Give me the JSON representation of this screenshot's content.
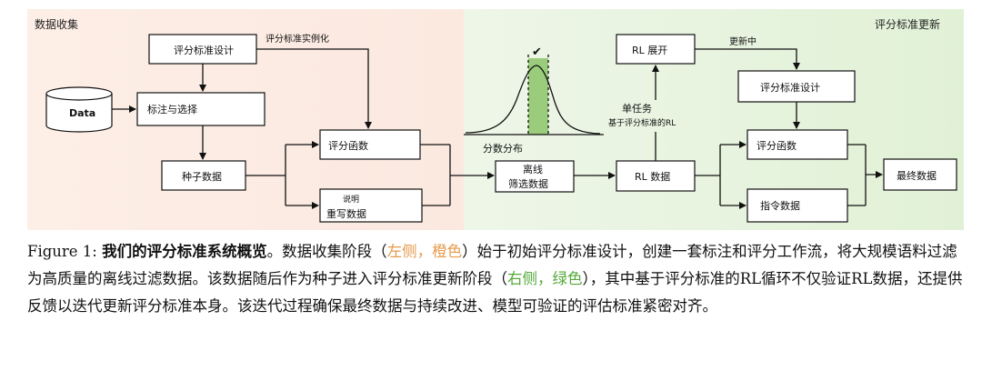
{
  "figure": {
    "left_panel_title": "数据收集",
    "right_panel_title": "评分标准更新",
    "colors": {
      "left_bg": "#fcebe3",
      "right_bg": "#e3f2da",
      "peak_fill": "#8cc46a"
    },
    "nodes": {
      "rubric_design_left": "评分标准设计",
      "data": "Data",
      "annotate_select": "标注与选择",
      "seed_data": "种子数据",
      "score_function_left": "评分函数",
      "explain_line1": "说明",
      "explain_line2": "重写数据",
      "offline_line1": "离线",
      "offline_line2": "筛选数据",
      "rl_data": "RL 数据",
      "single_task_line1": "单任务",
      "single_task_line2": "基于评分标准的RL",
      "rl_rollout": "RL 展开",
      "rubric_design_right": "评分标准设计",
      "score_function_right": "评分函数",
      "instruction_data": "指令数据",
      "final_data": "最终数据"
    },
    "edge_labels": {
      "rubric_instantiation": "评分标准实例化",
      "updating": "更新中",
      "score_distribution": "分数分布",
      "check": "✔"
    }
  },
  "caption": {
    "label": "Figure 1: ",
    "bold_title": "我们的评分标准系统概览",
    "t1": "。数据收集阶段（",
    "left_orange": "左侧，橙色",
    "t2": "）始于初始评分标准设计，创建一套标注和评分工作流，将大规模语料过滤为高质量的离线过滤数据。该数据随后作为种子进入评分标准更新阶段（",
    "right_green": "右侧，绿色",
    "t3": "），其中基于评分标准的RL循环不仅验证RL数据，还提供反馈以迭代更新评分标准本身。该迭代过程确保最终数据与持续改进、模型可验证的评估标准紧密对齐。"
  }
}
